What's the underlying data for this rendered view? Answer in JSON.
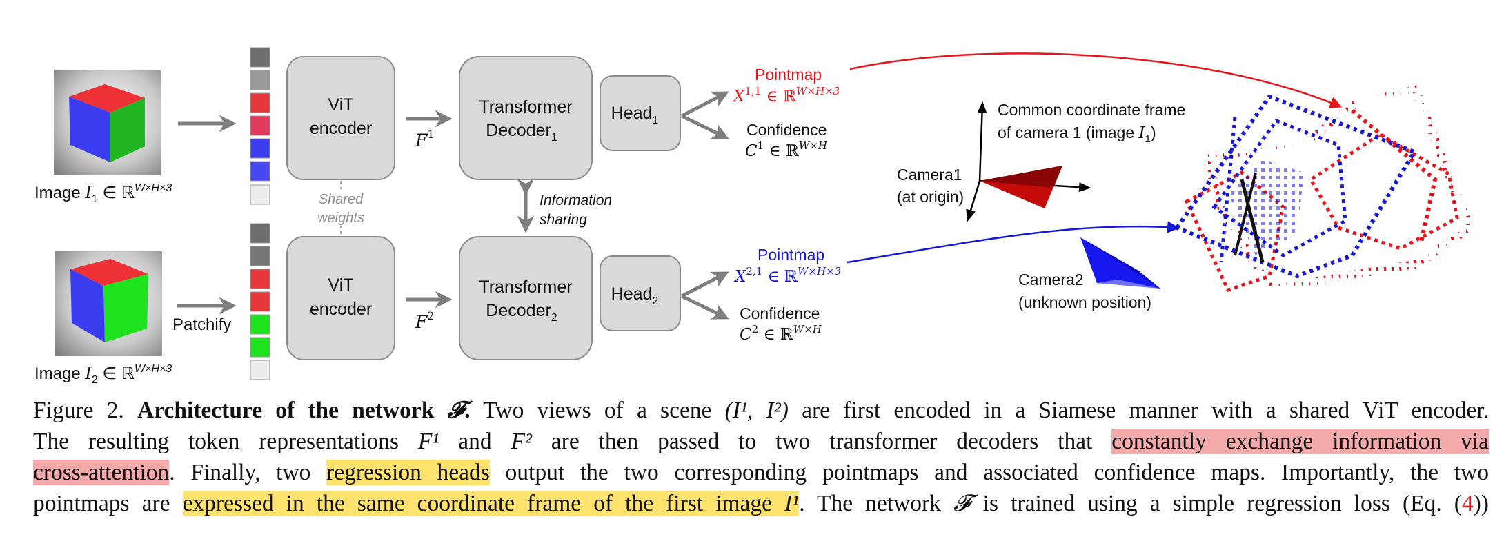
{
  "inputs": {
    "image1_label": "Image I₁ ∈ ℝ^{W×H×3}",
    "image1_prefix": "Image ",
    "image1_sym": "I",
    "image1_sub": "1",
    "image1_set": " ∈ ℝ",
    "image1_sup": "W×H×3",
    "image2_prefix": "Image ",
    "image2_sym": "I",
    "image2_sub": "2",
    "image2_set": " ∈ ℝ",
    "image2_sup": "W×H×3"
  },
  "patchify_label": "Patchify",
  "encoder": {
    "label_line1": "ViT",
    "label_line2": "encoder",
    "shared_line1": "Shared",
    "shared_line2": "weights"
  },
  "features": {
    "f1_sym": "F",
    "f1_sup": "1",
    "f2_sym": "F",
    "f2_sup": "2"
  },
  "decoder": {
    "line1": "Transformer",
    "line2": "Decoder",
    "sub1": "1",
    "sub2": "2",
    "info_line1": "Information",
    "info_line2": "sharing"
  },
  "head": {
    "label": "Head",
    "sub1": "1",
    "sub2": "2"
  },
  "outputs": {
    "pointmap_label": "Pointmap",
    "x11_sym": "X",
    "x11_sup": "1,1",
    "x21_sym": "X",
    "x21_sup": "2,1",
    "set_text": " ∈ ℝ",
    "x_dim": "W×H×3",
    "confidence_label": "Confidence",
    "c1_sym": "C",
    "c1_sup": "1",
    "c2_sym": "C",
    "c2_sup": "2",
    "c_dim": "W×H"
  },
  "scene": {
    "frame_line1": "Common coordinate frame",
    "frame_line2_prefix": "of camera 1 (image  ",
    "frame_line2_sym": "I",
    "frame_line2_sub": "1",
    "frame_line2_suffix": ")",
    "camera1_line1": "Camera1",
    "camera1_line2": "(at origin)",
    "camera2_line1": "Camera2",
    "camera2_line2": "(unknown position)"
  },
  "colors": {
    "box_fill": "#d9d9d9",
    "box_stroke": "#8c8c8c",
    "arrow_gray": "#7f7f7f",
    "pointmap_red": "#e8131b",
    "pointmap_blue": "#1616d8",
    "highlight_red": "#f4a9ab",
    "highlight_yellow": "#ffe36e",
    "ref_red": "#e1191b"
  },
  "caption": {
    "fig_label": "Figure 2. ",
    "title_bold": "Architecture of the network ",
    "title_sym": "𝓕",
    "title_dot": ".",
    "s1": " Two views of a scene ",
    "s1_math": "(I¹, I²)",
    "s1_rest": " are first encoded in a Siamese manner with a shared ViT encoder.",
    "s2_a": "The resulting token representations ",
    "s2_f1": "F¹",
    "s2_and": " and ",
    "s2_f2": "F²",
    "s2_b": " are then passed to two transformer decoders that ",
    "s2_hl1": "constantly exchange information via",
    "s3_hl1": "cross-attention",
    "s3_a": ". Finally, two ",
    "s3_hl2": "regression heads",
    "s3_b": " output the two corresponding pointmaps and associated confidence maps. Importantly, the two",
    "s4_a": "pointmaps are ",
    "s4_hl": "expressed in the same coordinate frame of the first image ",
    "s4_hl_math": "I¹",
    "s4_b": ". The network ",
    "s4_sym": "𝓕",
    "s4_c": " is trained using a simple regression loss (Eq. (",
    "s4_ref": "4",
    "s4_d": "))"
  }
}
